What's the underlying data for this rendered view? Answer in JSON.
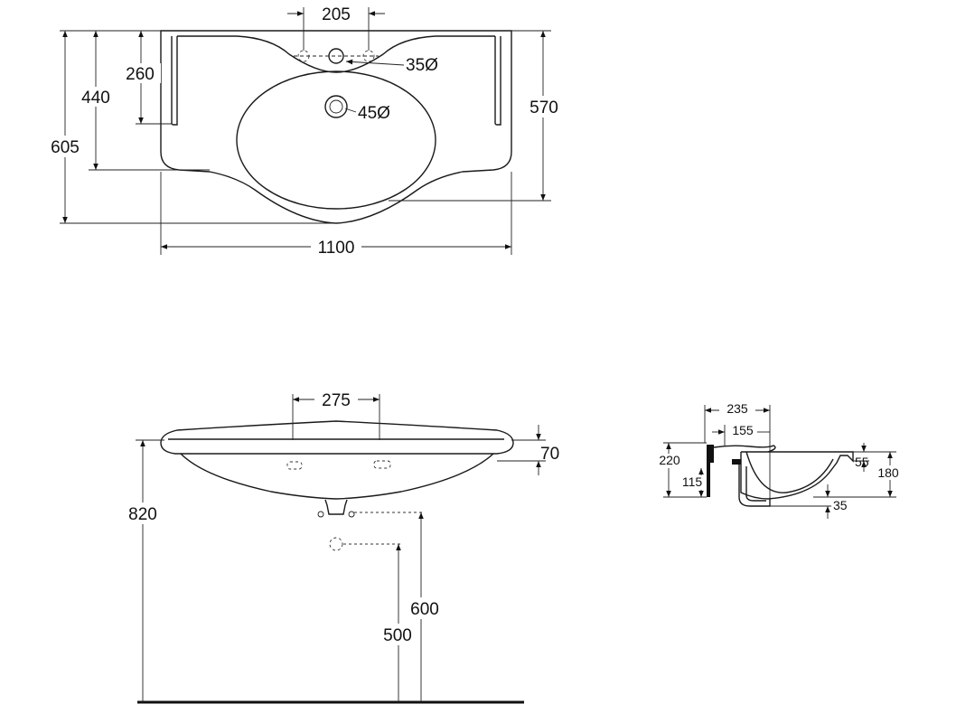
{
  "top_view": {
    "d_205": "205",
    "d_260": "260",
    "d_440": "440",
    "d_605": "605",
    "d_570": "570",
    "d_1100": "1100",
    "d_35o": "35Ø",
    "d_45o": "45Ø"
  },
  "front_view": {
    "d_275": "275",
    "d_70": "70",
    "d_820": "820",
    "d_600": "600",
    "d_500": "500"
  },
  "side_view": {
    "d_235": "235",
    "d_155": "155",
    "d_220": "220",
    "d_115": "115",
    "d_55": "55",
    "d_180": "180",
    "d_35": "35"
  }
}
